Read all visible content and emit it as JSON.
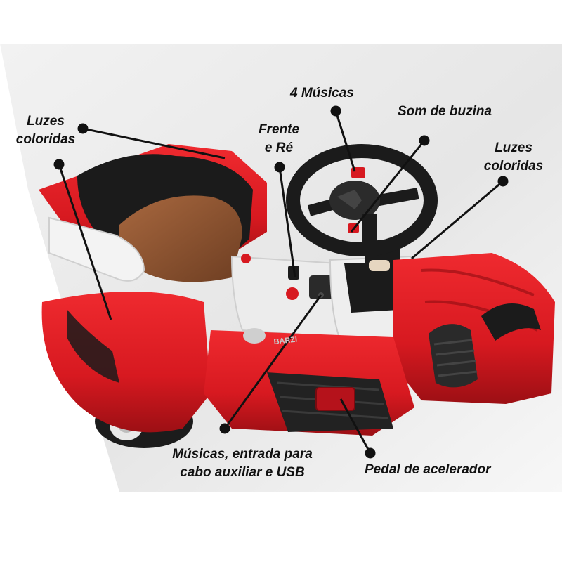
{
  "colors": {
    "body_red": "#d71920",
    "dark_red": "#8e0e12",
    "black_trim": "#1b1b1b",
    "seat_brown": "#8a5230",
    "white_panel": "#eeeeee",
    "callout_line": "#111111"
  },
  "labels": {
    "luzes_left": [
      "Luzes",
      "coloridas"
    ],
    "quatro_musicas": "4 Músicas",
    "frente_re": [
      "Frente",
      "e Ré"
    ],
    "som_buzina": "Som de buzina",
    "luzes_right": [
      "Luzes",
      "coloridas"
    ],
    "musicas_usb": [
      "Músicas, entrada para",
      "cabo auxiliar e USB"
    ],
    "pedal": "Pedal de acelerador"
  },
  "product": {
    "brand_badge": "BARZI"
  }
}
